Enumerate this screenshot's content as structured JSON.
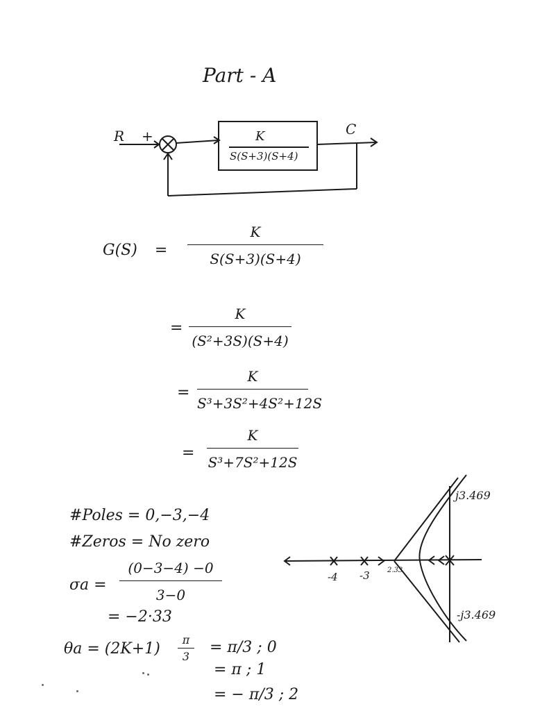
{
  "title": "Part - A",
  "block_diagram": {
    "input_label": "R",
    "plus_sign": "+",
    "output_label": "C",
    "block_numerator": "K",
    "block_denominator": "S(S+3)(S+4)"
  },
  "transfer_function": {
    "lhs": "G(S)",
    "equals": "=",
    "steps": [
      {
        "num": "K",
        "den": "S(S+3)(S+4)"
      },
      {
        "num": "K",
        "den": "(S²+3S)(S+4)"
      },
      {
        "num": "K",
        "den": "S³+3S²+4S²+12S"
      },
      {
        "num": "K",
        "den": "S³+7S²+12S"
      }
    ]
  },
  "analysis": {
    "poles": "#Poles = 0,−3,−4",
    "zeros": "#Zeros = No zero",
    "sigma_label": "σa =",
    "sigma_num": "(0−3−4) −0",
    "sigma_den": "3−0",
    "sigma_result": "= −2·33",
    "theta_label": "θa = (2K+1)",
    "theta_frac_num": "π",
    "theta_frac_den": "3",
    "theta_lines": [
      "= π/3 ; 0",
      "= π ; 1",
      "= − π/3 ; 2"
    ]
  },
  "root_locus": {
    "tick_labels": [
      "-4",
      "-3",
      "2.33"
    ],
    "upper_intercept": "j3.469",
    "lower_intercept": "-j3.469"
  }
}
